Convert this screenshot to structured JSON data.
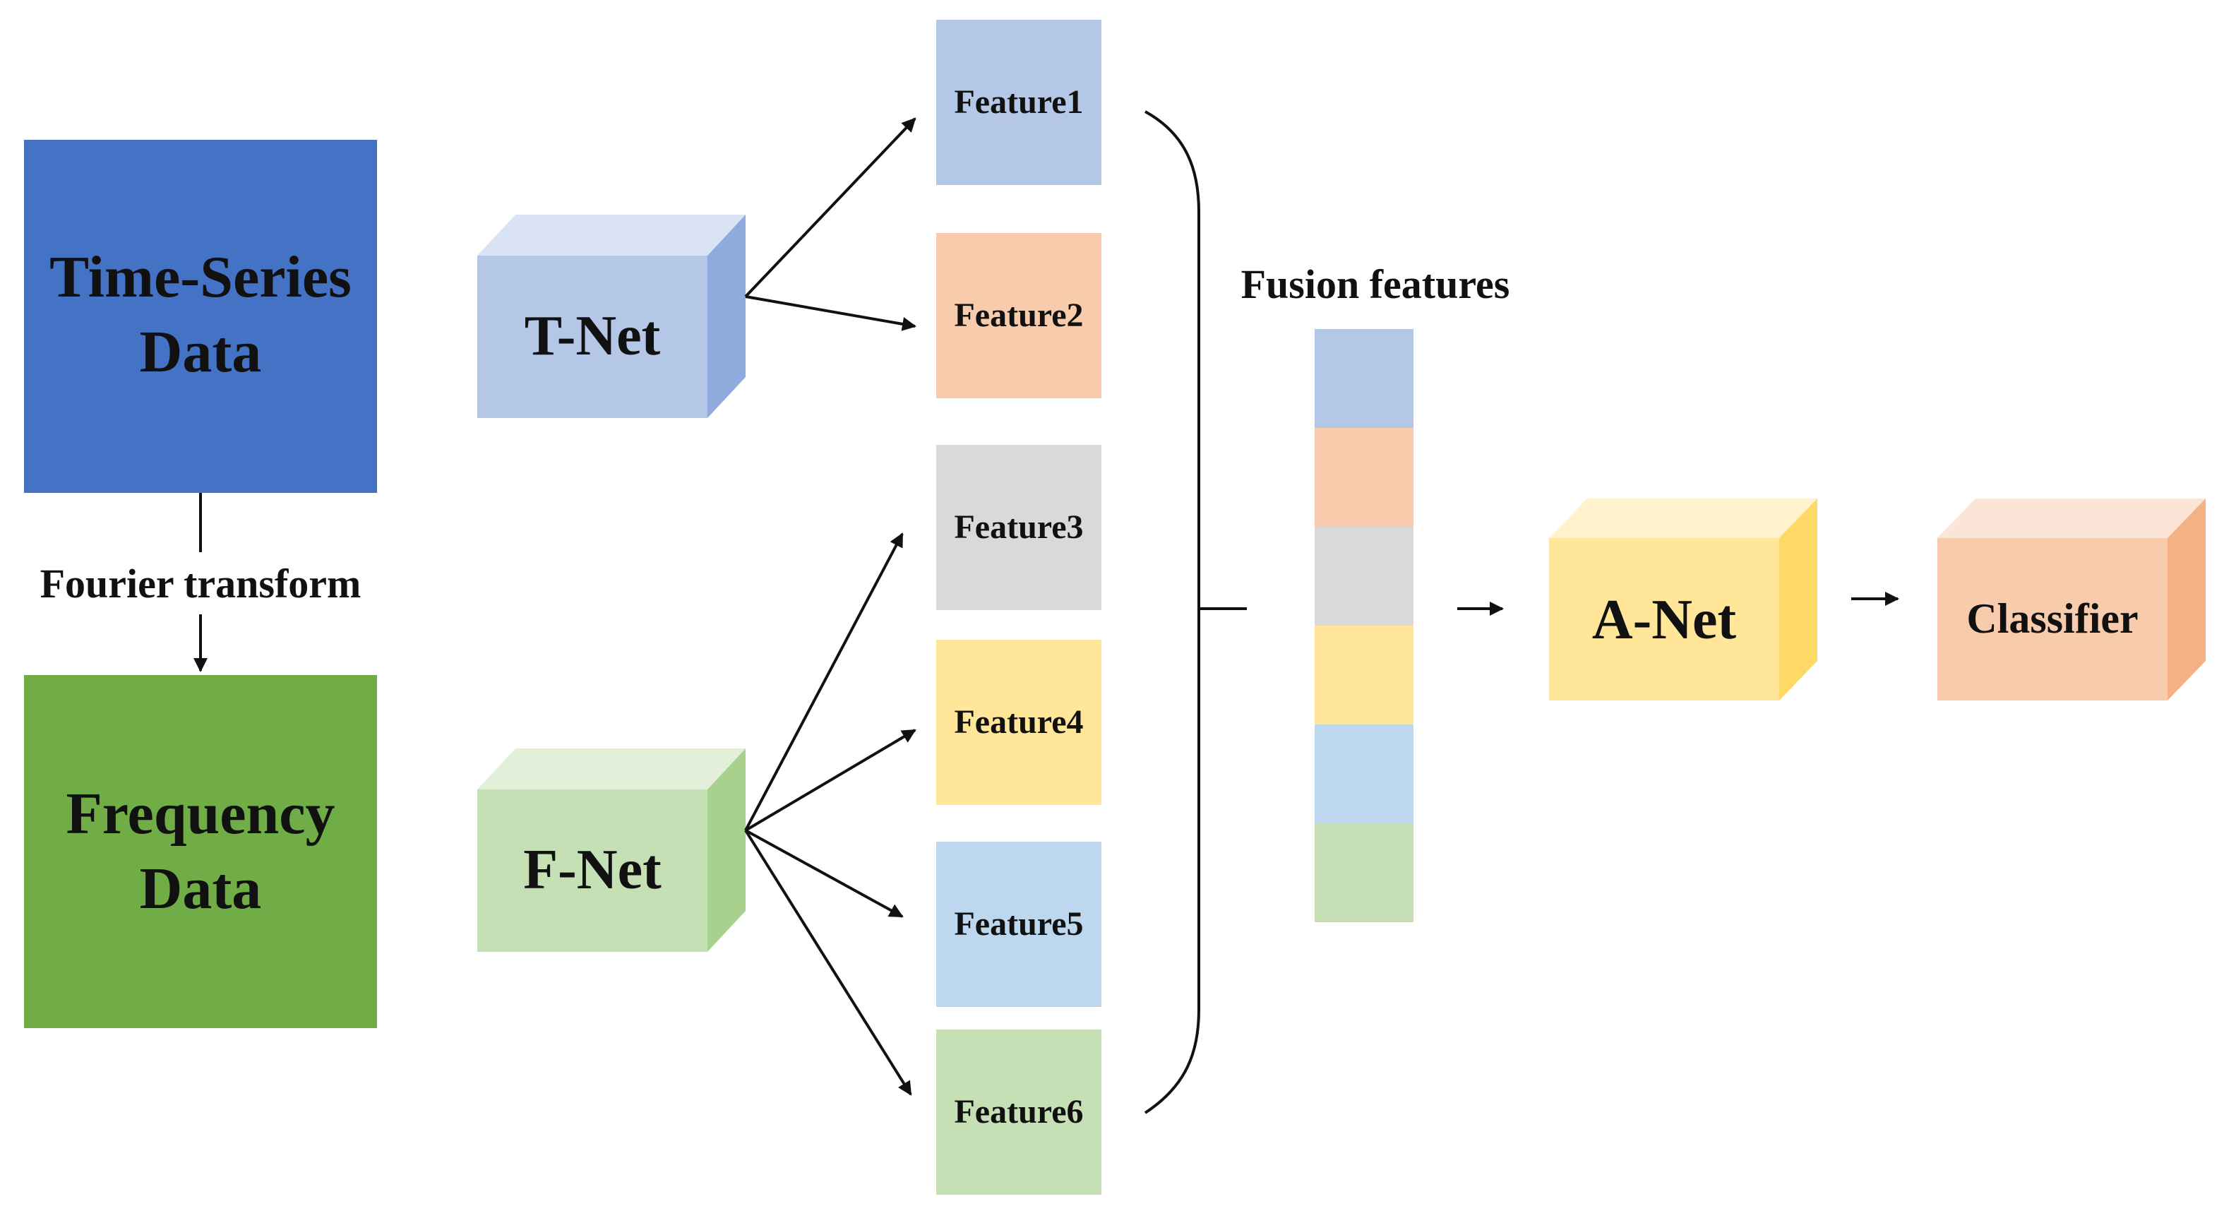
{
  "source_blocks": {
    "time_series": {
      "line1": "Time-Series",
      "line2": "Data",
      "color": "#4472C4"
    },
    "frequency": {
      "line1": "Frequency",
      "line2": "Data",
      "color": "#70AD47"
    },
    "transform_label": "Fourier transform"
  },
  "networks": {
    "t_net": {
      "label": "T-Net",
      "front": "#B4C7E7",
      "top": "#DAE3F3",
      "side": "#8FAADC"
    },
    "f_net": {
      "label": "F-Net",
      "front": "#C5E0B4",
      "top": "#E2F0D9",
      "side": "#A9D18E"
    },
    "a_net": {
      "label": "A-Net",
      "front": "#FFE699",
      "top": "#FFF2CC",
      "side": "#FFD966"
    },
    "classifier": {
      "label": "Classifier",
      "front": "#F8CBAD",
      "top": "#FBE5D6",
      "side": "#F4B183"
    }
  },
  "features": [
    {
      "label": "Feature1",
      "color": "#B4C7E7"
    },
    {
      "label": "Feature2",
      "color": "#F8CBAD"
    },
    {
      "label": "Feature3",
      "color": "#D9D9D9"
    },
    {
      "label": "Feature4",
      "color": "#FFE699"
    },
    {
      "label": "Feature5",
      "color": "#BDD7EE"
    },
    {
      "label": "Feature6",
      "color": "#C5E0B4"
    }
  ],
  "fusion": {
    "label": "Fusion features",
    "segments": [
      "#B4C7E7",
      "#F8CBAD",
      "#D9D9D9",
      "#FFE699",
      "#BDD7EE",
      "#C5E0B4"
    ]
  }
}
